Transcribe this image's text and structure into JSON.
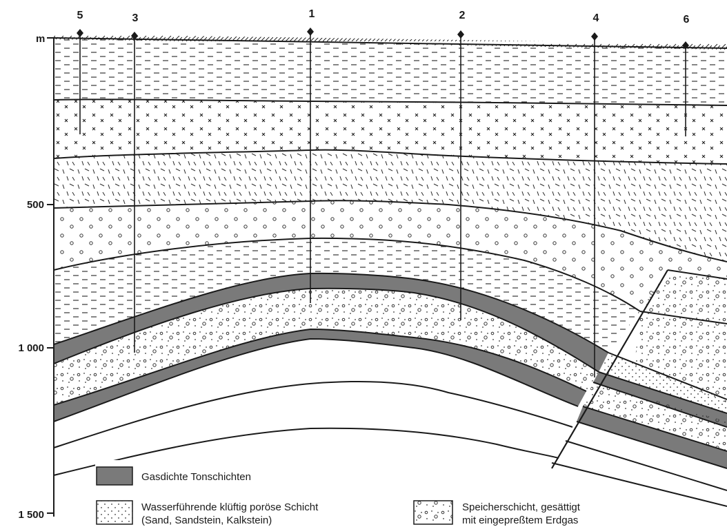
{
  "axis": {
    "unit": "m",
    "ticks": [
      "500",
      "1 000",
      "1 500"
    ]
  },
  "wells": [
    "5",
    "3",
    "1",
    "2",
    "4",
    "6"
  ],
  "legend": {
    "shale": "Gasdichte Tonschichten",
    "aquifer_line1": "Wasserführende klüftig poröse Schicht",
    "aquifer_line2": "(Sand, Sandstein, Kalkstein)",
    "storage_line1": "Speicherschicht, gesättigt",
    "storage_line2": "mit eingepreßtem Erdgas"
  },
  "colors": {
    "shale": "#7a7a7a",
    "ink": "#1a1a1a",
    "background": "#ffffff"
  }
}
